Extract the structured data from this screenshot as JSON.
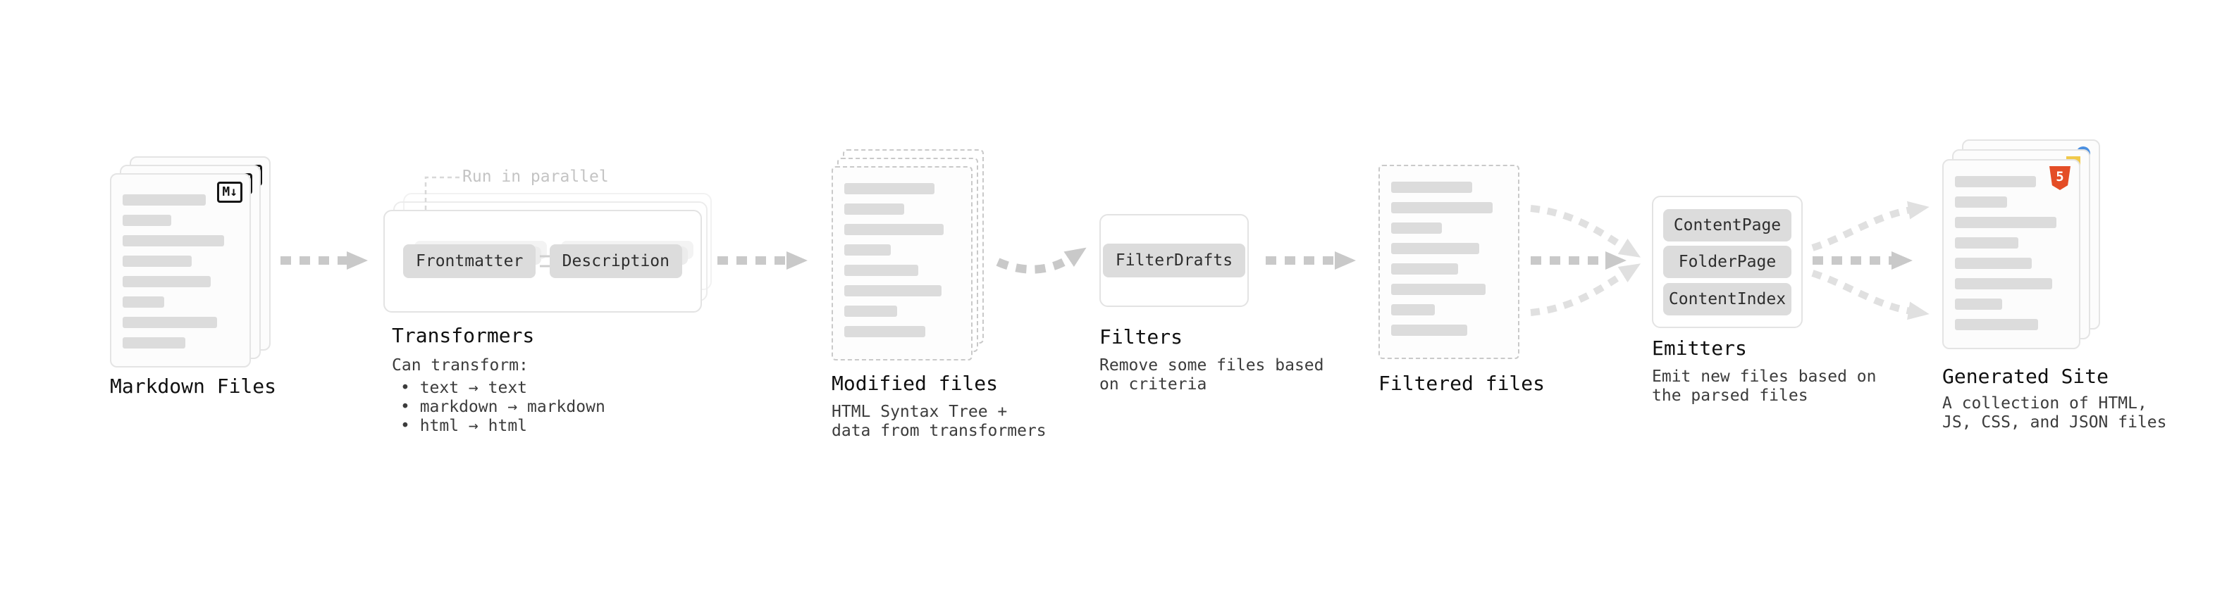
{
  "nodes": {
    "markdown_files": {
      "label": "Markdown Files",
      "badge": "M↓"
    },
    "transformers": {
      "label": "Transformers",
      "annotation": "Run in parallel",
      "buttons": [
        "Frontmatter",
        "Description"
      ],
      "caption_title": "Can transform:",
      "bullets": [
        "• text → text",
        "• markdown → markdown",
        "• html → html"
      ]
    },
    "modified_files": {
      "label": "Modified files",
      "caption": [
        "HTML Syntax Tree +",
        "data from transformers"
      ]
    },
    "filters": {
      "label": "Filters",
      "buttons": [
        "FilterDrafts"
      ],
      "caption": [
        "Remove some files based",
        "on criteria"
      ]
    },
    "filtered_files": {
      "label": "Filtered files"
    },
    "emitters": {
      "label": "Emitters",
      "buttons": [
        "ContentPage",
        "FolderPage",
        "ContentIndex"
      ],
      "caption": [
        "Emit new files based on",
        "the parsed files"
      ]
    },
    "generated_site": {
      "label": "Generated Site",
      "badge": "5",
      "caption": [
        "A collection of HTML,",
        "JS, CSS, and JSON files"
      ]
    }
  },
  "colors": {
    "arrow": "#c9c9c9",
    "arrow_light": "#e0e0e0",
    "skeleton": "#dcdcdc",
    "pill_bg": "#dcdcdc",
    "panel_border": "#e3e3e3",
    "dashed_border": "#c9c9c9",
    "html5_orange": "#e44d26",
    "js_yellow": "#f0c94a",
    "json_blue": "#4a8fe0"
  }
}
